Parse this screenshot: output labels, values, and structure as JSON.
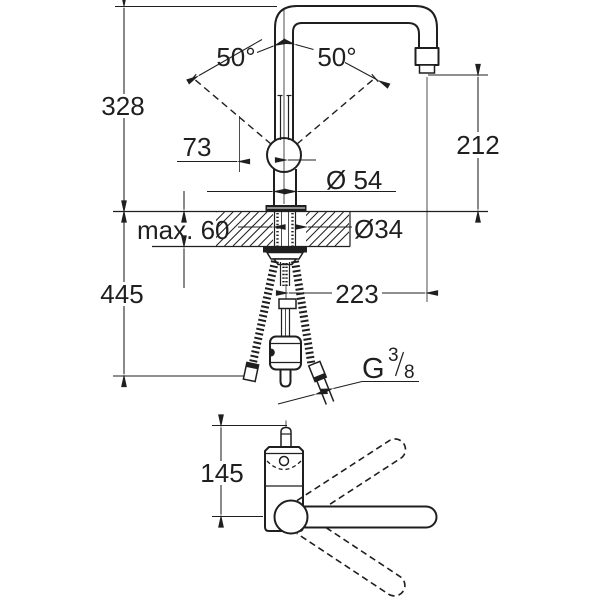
{
  "drawing": {
    "background": "#ffffff",
    "line_color": "#1f1f1f",
    "dimensions": {
      "overall_height": "328",
      "swivel_angle_left": "50°",
      "swivel_angle_right": "50°",
      "lever_offset": "73",
      "spout_height": "212",
      "body_diameter": "Ø 54",
      "max_deck_thickness": "max. 60",
      "hole_diameter": "Ø34",
      "hose_length": "445",
      "spout_reach": "223",
      "base_height": "145",
      "thread": {
        "letter": "G",
        "numerator": "3",
        "denominator": "8"
      }
    }
  }
}
